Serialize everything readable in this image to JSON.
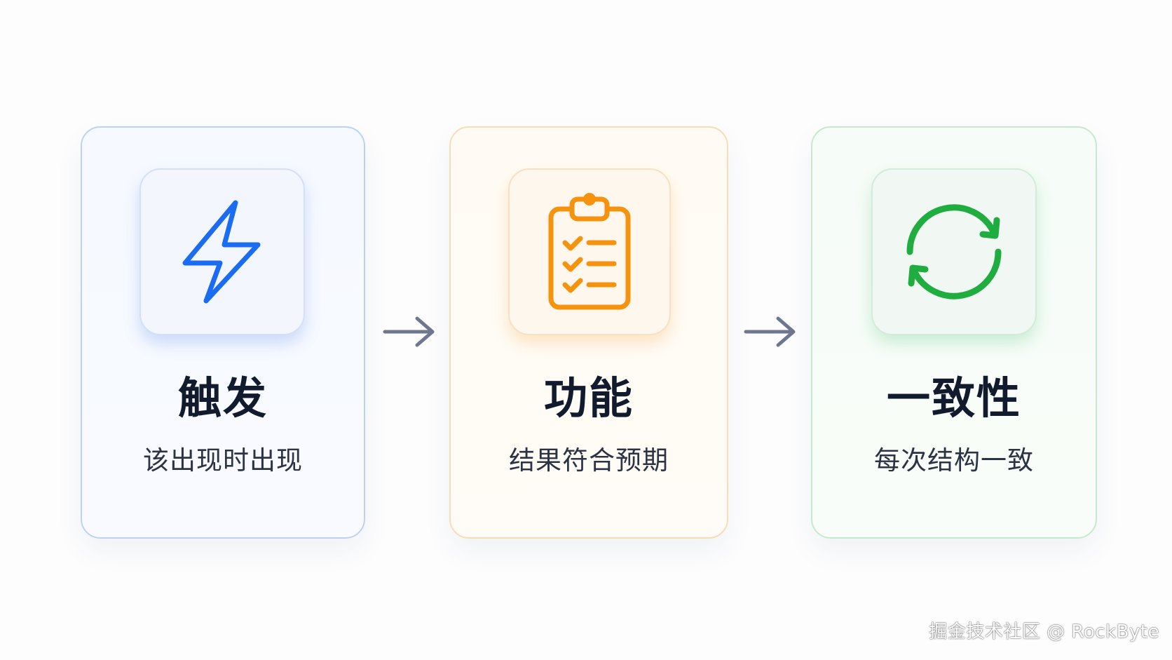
{
  "steps": [
    {
      "title": "触发",
      "subtitle": "该出现时出现",
      "icon": "lightning-bolt-icon",
      "accent": "#1a6cf2"
    },
    {
      "title": "功能",
      "subtitle": "结果符合预期",
      "icon": "clipboard-checklist-icon",
      "accent": "#f5930e"
    },
    {
      "title": "一致性",
      "subtitle": "每次结构一致",
      "icon": "refresh-cycle-icon",
      "accent": "#1fad3f"
    }
  ],
  "connector_color": "#6f7790",
  "watermark": "掘金技术社区 @ RockByte"
}
